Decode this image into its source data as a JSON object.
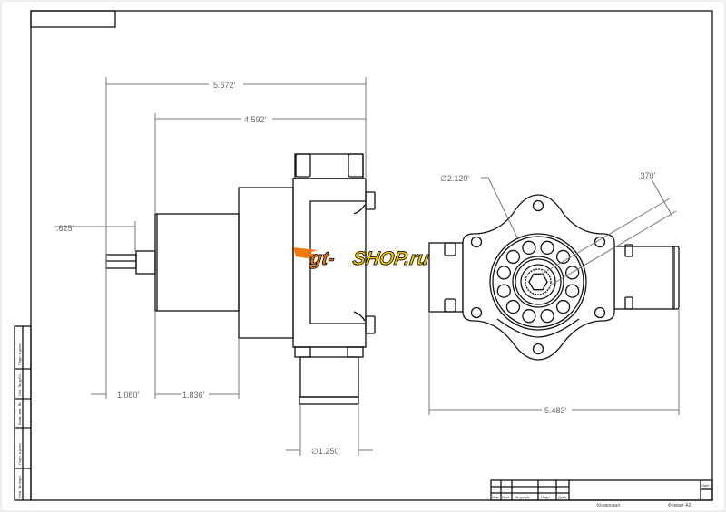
{
  "dimensions": {
    "overall_length": "5.672'",
    "body_length": "4.592'",
    "shaft_diameter": ".625'",
    "shaft_length": "1.080'",
    "cylinder_length": "1.836'",
    "outlet_diameter": "∅1.250'",
    "bolt_circle": "∅2.120'",
    "hex_size": ".370'",
    "overall_width": "5.483'"
  },
  "watermark": "gt-SHOP.ru",
  "title_block": {
    "columns": [
      "Изм.",
      "Лист",
      "№ докум.",
      "Подп.",
      "Дата"
    ],
    "sheet_label": "Лист",
    "copied": "Копировал",
    "format": "Формат A2"
  },
  "side_strip": [
    "Подп. и дата",
    "Инв. № дубл.",
    "Взам. инв. №",
    "Подп. и дата",
    "Инв. № подл."
  ],
  "colors": {
    "line": "#111111",
    "dimension": "#777777",
    "logo_orange": "#f07a10",
    "logo_yellow": "#f5c400"
  }
}
